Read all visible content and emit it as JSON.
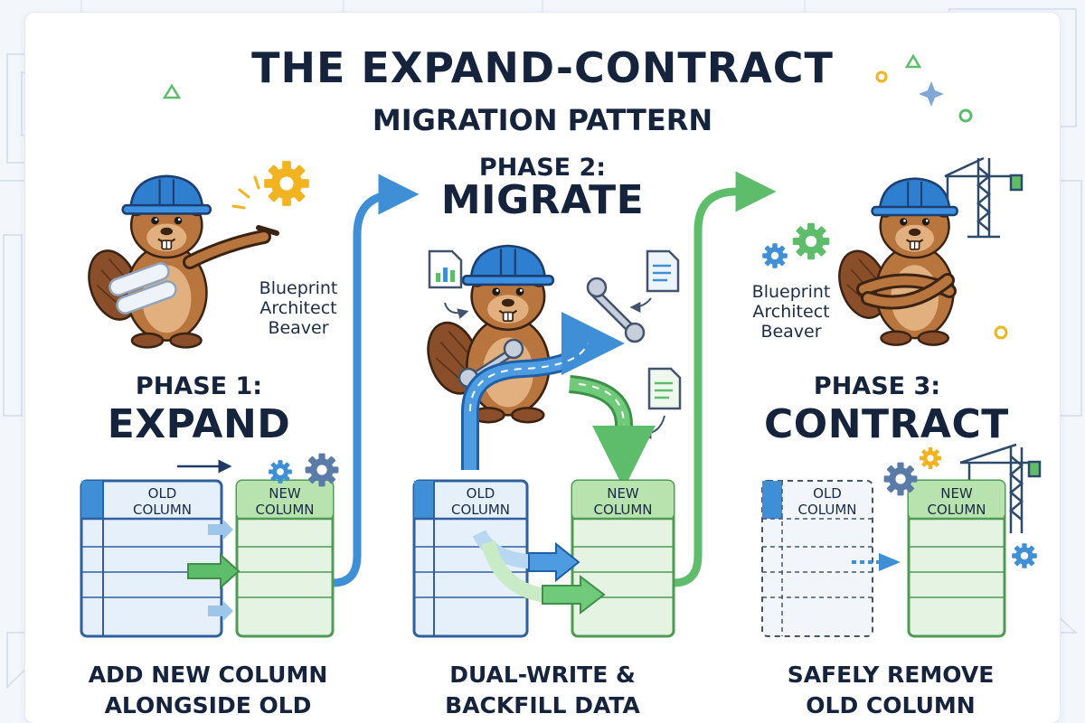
{
  "title": "THE EXPAND-CONTRACT",
  "subtitle": "MIGRATION PATTERN",
  "phases": [
    {
      "label": "PHASE 1:",
      "name": "EXPAND",
      "character": [
        "Blueprint",
        "Architect",
        "Beaver"
      ],
      "table_old": [
        "OLD",
        "COLUMN"
      ],
      "table_new": [
        "NEW",
        "COLUMN"
      ],
      "caption": [
        "ADD NEW COLUMN",
        "ALONGSIDE OLD"
      ]
    },
    {
      "label": "PHASE 2:",
      "name": "MIGRATE",
      "table_old": [
        "OLD",
        "COLUMN"
      ],
      "table_new": [
        "NEW",
        "COLUMN"
      ],
      "caption": [
        "DUAL-WRITE &",
        "BACKFILL DATA"
      ]
    },
    {
      "label": "PHASE 3:",
      "name": "CONTRACT",
      "character": [
        "Blueprint",
        "Architect",
        "Beaver"
      ],
      "table_old": [
        "OLD",
        "COLUMN"
      ],
      "table_new": [
        "NEW",
        "COLUMN"
      ],
      "caption": [
        "SAFELY REMOVE",
        "OLD COLUMN"
      ]
    }
  ],
  "colors": {
    "blue": "#3f8fd6",
    "blue_light": "#e6f0fb",
    "green": "#5ebd6a",
    "green_light": "#e5f4e2",
    "beaver": "#b8753e",
    "helmet": "#2f7fd0",
    "gear": "#f2b320",
    "navy": "#15233c"
  },
  "icons": [
    "gear-icon",
    "crane-icon",
    "chart-document-icon",
    "document-icon",
    "wrench-icon",
    "blueprint-roll-icon",
    "sparkle-icon"
  ]
}
